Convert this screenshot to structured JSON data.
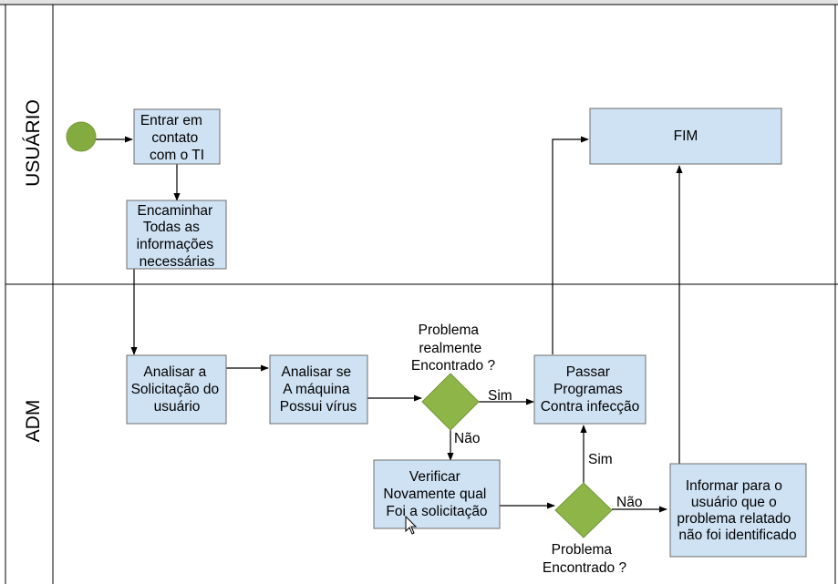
{
  "lanes": {
    "top": "USUÁRIO",
    "bottom": "ADM"
  },
  "nodes": {
    "entrar": [
      "Entrar em",
      "contato",
      "com o TI"
    ],
    "encaminhar": [
      "Encaminhar",
      "Todas as",
      "informações",
      "necessárias"
    ],
    "fim": [
      "FIM"
    ],
    "analisar_solicitacao": [
      "Analisar a",
      "Solicitação do",
      "usuário"
    ],
    "analisar_virus": [
      "Analisar se",
      "A máquina",
      "Possui vírus"
    ],
    "passar_programas": [
      "Passar",
      "Programas",
      "Contra infecção"
    ],
    "verificar": [
      "Verificar",
      "Novamente qual",
      "Foi a solicitação"
    ],
    "informar": [
      "Informar para o",
      "usuário que o",
      "problema relatado",
      "não foi identificado"
    ],
    "decisao1_label": [
      "Problema",
      "realmente",
      "Encontrado ?"
    ],
    "decisao2_label": [
      "Problema",
      "Encontrado ?"
    ]
  },
  "edge_labels": {
    "d1_sim": "Sim",
    "d1_nao": "Não",
    "d2_sim": "Sim",
    "d2_nao": "Não"
  },
  "colors": {
    "box_fill": "#cfe2f3",
    "gateway_fill": "#8db547",
    "start_fill": "#84ab3f"
  }
}
